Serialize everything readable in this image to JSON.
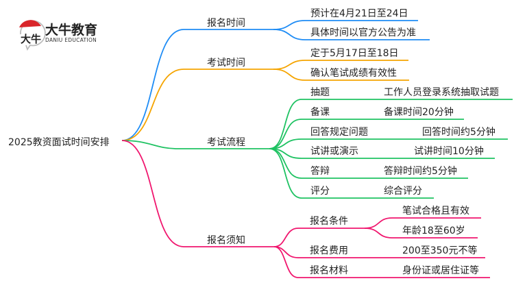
{
  "logo": {
    "name_cn": "大牛教育",
    "name_en": "DANIU EDUCATION",
    "mark": "大牛"
  },
  "root": {
    "label": "2025教资面试时间安排"
  },
  "colors": {
    "blue": "#1e8cf5",
    "orange": "#f5a400",
    "green": "#1ec262",
    "pink": "#f0166e"
  },
  "branches": [
    {
      "label": "报名时间",
      "children": [
        "预计在4月21日至24日",
        "具体时间以官方公告为准"
      ]
    },
    {
      "label": "考试时间",
      "children": [
        "定于5月17日至18日",
        "确认笔试成绩有效性"
      ]
    },
    {
      "label": "考试流程",
      "children": [
        {
          "label": "抽题",
          "value": "工作人员登录系统抽取试题"
        },
        {
          "label": "备课",
          "value": "备课时间20分钟"
        },
        {
          "label": "回答规定问题",
          "value": "回答时间约5分钟"
        },
        {
          "label": "试讲或演示",
          "value": "试讲时间10分钟"
        },
        {
          "label": "答辩",
          "value": "答辩时间约5分钟"
        },
        {
          "label": "评分",
          "value": "综合评分"
        }
      ]
    },
    {
      "label": "报名须知",
      "children": [
        {
          "label": "报名条件",
          "values": [
            "笔试合格且有效",
            "年龄18至60岁"
          ]
        },
        {
          "label": "报名费用",
          "value": "200至350元不等"
        },
        {
          "label": "报名材料",
          "value": "身份证或居住证等"
        }
      ]
    }
  ]
}
